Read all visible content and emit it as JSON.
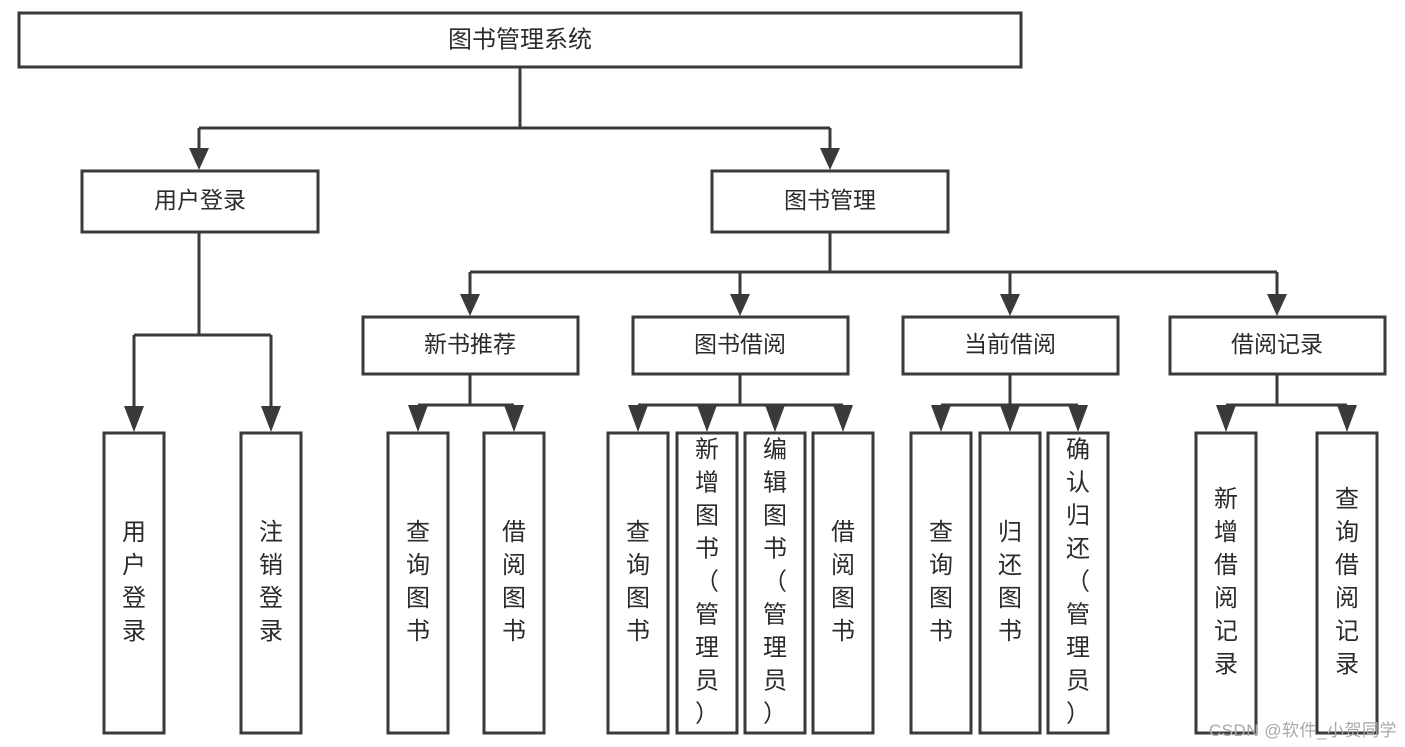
{
  "diagram": {
    "type": "tree",
    "title": "图书管理系统",
    "watermark": "CSDN @软件_小贺同学",
    "colors": {
      "box_stroke": "#3a3a3a",
      "box_fill": "#ffffff",
      "text": "#2b2b2b",
      "connector": "#3a3a3a",
      "background": "#ffffff",
      "watermark": "#a8a8a8"
    },
    "nodes": {
      "root": {
        "label": "图书管理系统"
      },
      "level2": [
        {
          "label": "用户登录"
        },
        {
          "label": "图书管理"
        }
      ],
      "level3": [
        {
          "label": "新书推荐"
        },
        {
          "label": "图书借阅"
        },
        {
          "label": "当前借阅"
        },
        {
          "label": "借阅记录"
        }
      ],
      "leaves": {
        "user_login": [
          {
            "label": "用户登录"
          },
          {
            "label": "注销登录"
          }
        ],
        "new_book_recommend": [
          {
            "label": "查询图书"
          },
          {
            "label": "借阅图书"
          }
        ],
        "book_borrow": [
          {
            "label": "查询图书"
          },
          {
            "label": "新增图书（管理员）"
          },
          {
            "label": "编辑图书（管理员）"
          },
          {
            "label": "借阅图书"
          }
        ],
        "current_borrow": [
          {
            "label": "查询图书"
          },
          {
            "label": "归还图书"
          },
          {
            "label": "确认归还（管理员）"
          }
        ],
        "borrow_record": [
          {
            "label": "新增借阅记录"
          },
          {
            "label": "查询借阅记录"
          }
        ]
      }
    }
  }
}
